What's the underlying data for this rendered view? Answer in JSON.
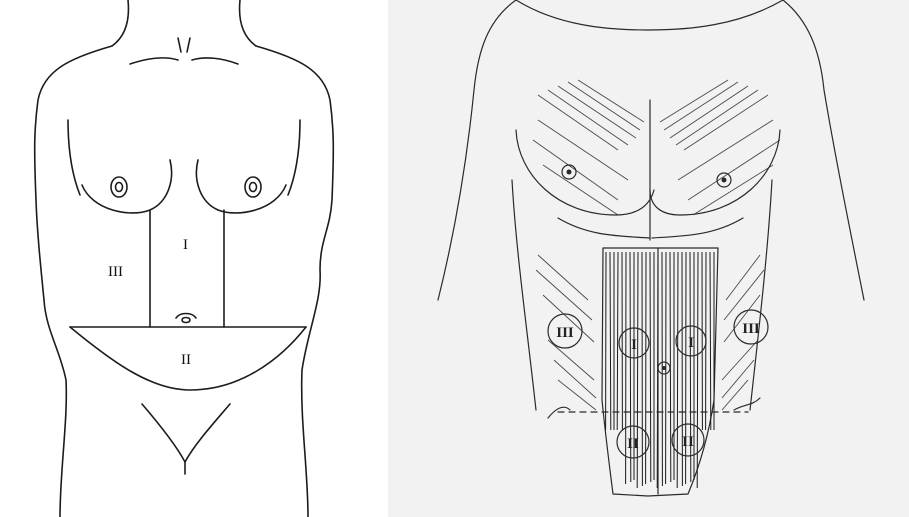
{
  "left_panel": {
    "zones": {
      "I": "I",
      "II": "II",
      "III": "III"
    }
  },
  "right_panel": {
    "circles": {
      "left_flank": "III",
      "right_flank": "III",
      "left_upper": "I",
      "right_upper": "I",
      "left_lower": "II",
      "right_lower": "II"
    }
  }
}
